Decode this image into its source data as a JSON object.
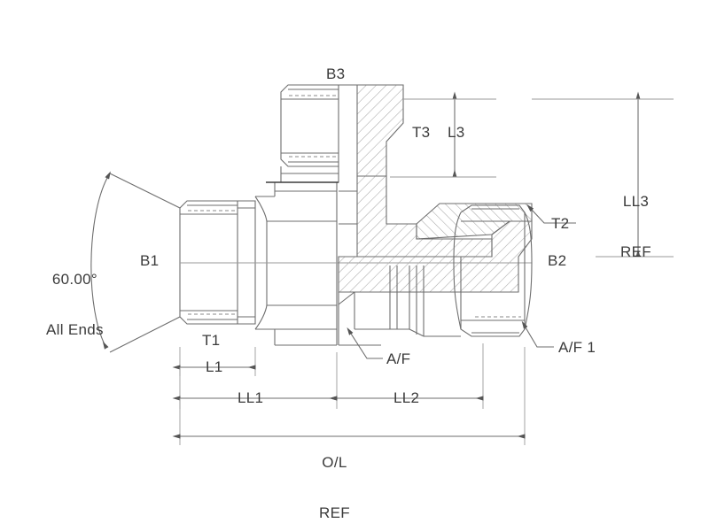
{
  "drawing": {
    "type": "engineering-cross-section",
    "description": "Hydraulic adapter tee fitting cross-section drawing with dimension callouts",
    "line_color": "#6b6b6b",
    "hatch_color": "#a0a0a0",
    "text_color": "#3b3b3b",
    "background": "#ffffff"
  },
  "labels": {
    "b3": "B3",
    "t3": "T3",
    "l3": "L3",
    "ll3": "LL3",
    "ll3_ref": "REF",
    "t2": "T2",
    "b2": "B2",
    "b1": "B1",
    "t1": "T1",
    "l1": "L1",
    "ll1": "LL1",
    "ll2": "LL2",
    "af": "A/F",
    "af1": "A/F 1",
    "ol": "O/L",
    "ol_ref": "REF",
    "angle_value": "60.00°",
    "angle_note": "All Ends"
  }
}
